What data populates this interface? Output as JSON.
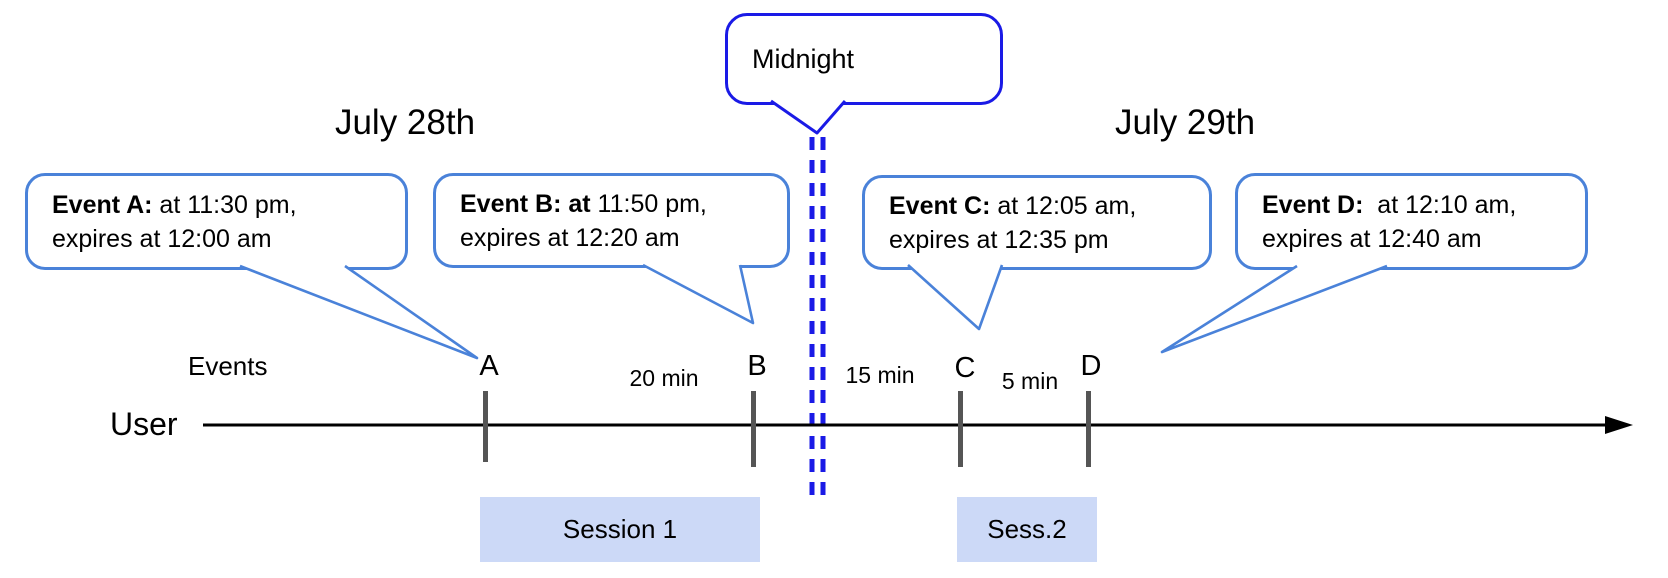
{
  "diagram": {
    "dates": {
      "left": "July 28th",
      "right": "July 29th"
    },
    "midnight_callout": {
      "label": "Midnight"
    },
    "axis": {
      "events_label": "Events",
      "user_label": "User"
    },
    "event_callouts": [
      {
        "bold": "Event A:",
        "rest": " at 11:30 pm,",
        "line2": "expires at 12:00 am"
      },
      {
        "bold": "Event B: at",
        "rest": " 11:50 pm,",
        "line2": "expires at 12:20 am"
      },
      {
        "bold": "Event C:",
        "rest": " at 12:05 am,",
        "line2": "expires at 12:35 pm"
      },
      {
        "bold": "Event D:",
        "rest": "  at 12:10 am,",
        "line2": "expires at 12:40 am"
      }
    ],
    "ticks": [
      {
        "label": "A"
      },
      {
        "label": "B"
      },
      {
        "label": "C"
      },
      {
        "label": "D"
      }
    ],
    "intervals": [
      {
        "label": "20 min"
      },
      {
        "label": "15 min"
      },
      {
        "label": "5 min"
      }
    ],
    "sessions": [
      {
        "label": "Session 1"
      },
      {
        "label": "Sess.2"
      }
    ],
    "colors": {
      "callout_border": "#4a82d9",
      "midnight_blue": "#1a1ae6",
      "session_fill": "#ccd9f7",
      "tick_gray": "#555555"
    }
  }
}
